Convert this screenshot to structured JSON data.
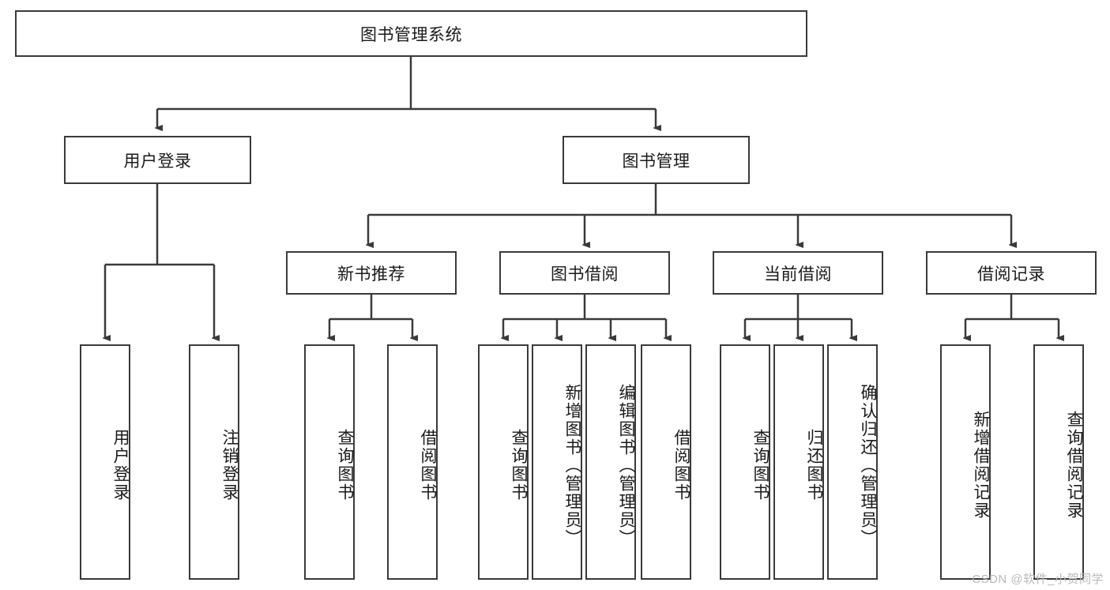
{
  "diagram": {
    "title": "图书管理系统",
    "type": "tree",
    "root": {
      "label": "图书管理系统"
    },
    "level1": [
      {
        "label": "用户登录"
      },
      {
        "label": "图书管理"
      }
    ],
    "level2": [
      {
        "label": "新书推荐"
      },
      {
        "label": "图书借阅"
      },
      {
        "label": "当前借阅"
      },
      {
        "label": "借阅记录"
      }
    ],
    "leaves": {
      "user_login": [
        {
          "label": "用户登录"
        },
        {
          "label": "注销登录"
        }
      ],
      "new_book_recommend": [
        {
          "label": "查询图书"
        },
        {
          "label": "借阅图书"
        }
      ],
      "book_borrow": [
        {
          "label": "查询图书"
        },
        {
          "label": "新增图书（管理员）"
        },
        {
          "label": "编辑图书（管理员）"
        },
        {
          "label": "借阅图书"
        }
      ],
      "current_borrow": [
        {
          "label": "查询图书"
        },
        {
          "label": "归还图书"
        },
        {
          "label": "确认归还（管理员）"
        }
      ],
      "borrow_record": [
        {
          "label": "新增借阅记录"
        },
        {
          "label": "查询借阅记录"
        }
      ]
    }
  },
  "watermark": {
    "text": "CSDN @软件_小贺同学"
  },
  "colors": {
    "border": "#3a3a3a",
    "background": "#ffffff",
    "text": "#1a1a1a",
    "watermark": "#b9b9b9"
  }
}
